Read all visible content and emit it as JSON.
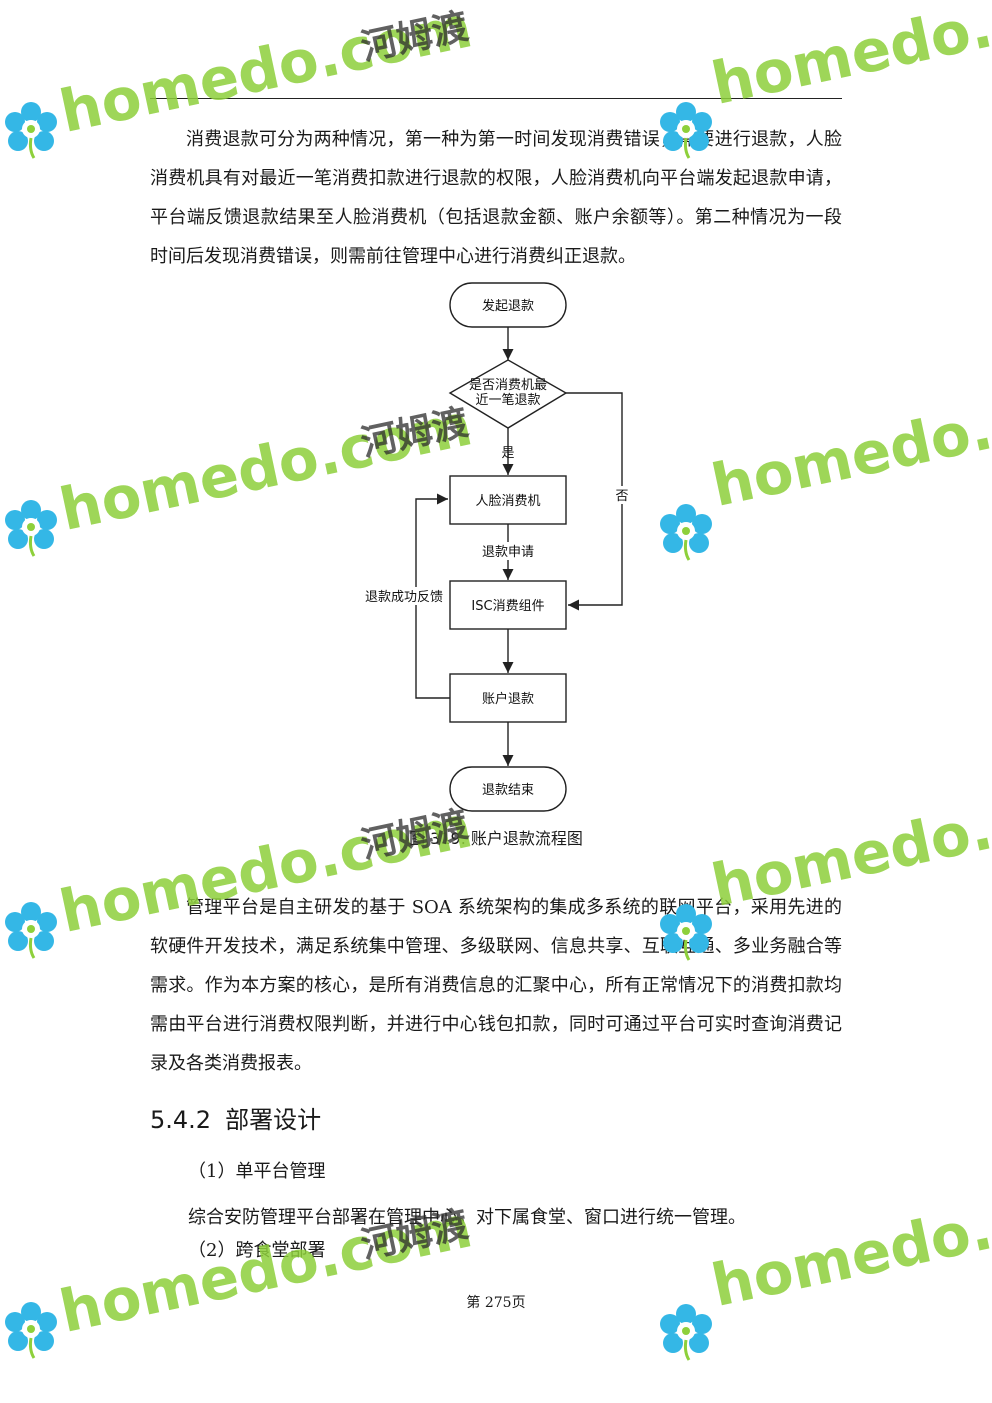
{
  "paragraph1": [
    "消费退款可分为两种情况，第一种为第一时间发现消费错误，需要进行退款，人脸消费机具有对最近一笔消费扣款进行退款的权限，人脸消费机向平台端发起退款申请，平台端反馈退款结果至人脸消费机（包括退款金额、账户余额等）。第二种情况为一段时间后发现消费错误，则需前往管理中心进行消费纠正退款。"
  ],
  "flowchart": {
    "start": "发起退款",
    "decision_line1": "是否消费机最",
    "decision_line2": "近一笔退款",
    "yes_label": "是",
    "no_label": "否",
    "node_face": "人脸消费机",
    "edge_request": "退款申请",
    "edge_feedback": "退款成功反馈",
    "node_isc": "ISC消费组件",
    "node_refund": "账户退款",
    "end": "退款结束"
  },
  "caption": "图 319.   账户退款流程图",
  "paragraph2": "管理平台是自主研发的基于 SOA 系统架构的集成多系统的联网平台，采用先进的软硬件开发技术，满足系统集中管理、多级联网、信息共享、互联互通、多业务融合等需求。作为本方案的核心，是所有消费信息的汇聚中心，所有正常情况下的消费扣款均需由平台进行消费权限判断，并进行中心钱包扣款，同时可通过平台可实时查询消费记录及各类消费报表。",
  "heading": {
    "number": "5.4.2",
    "title": "部署设计"
  },
  "item1": "（1）单平台管理",
  "item1_text": "综合安防管理平台部署在管理中心，对下属食堂、窗口进行统一管理。",
  "item2": "（2）跨食堂部署",
  "footer": "第 275页",
  "watermark": {
    "en": "homedo.com",
    "cn": "河姆渡"
  }
}
